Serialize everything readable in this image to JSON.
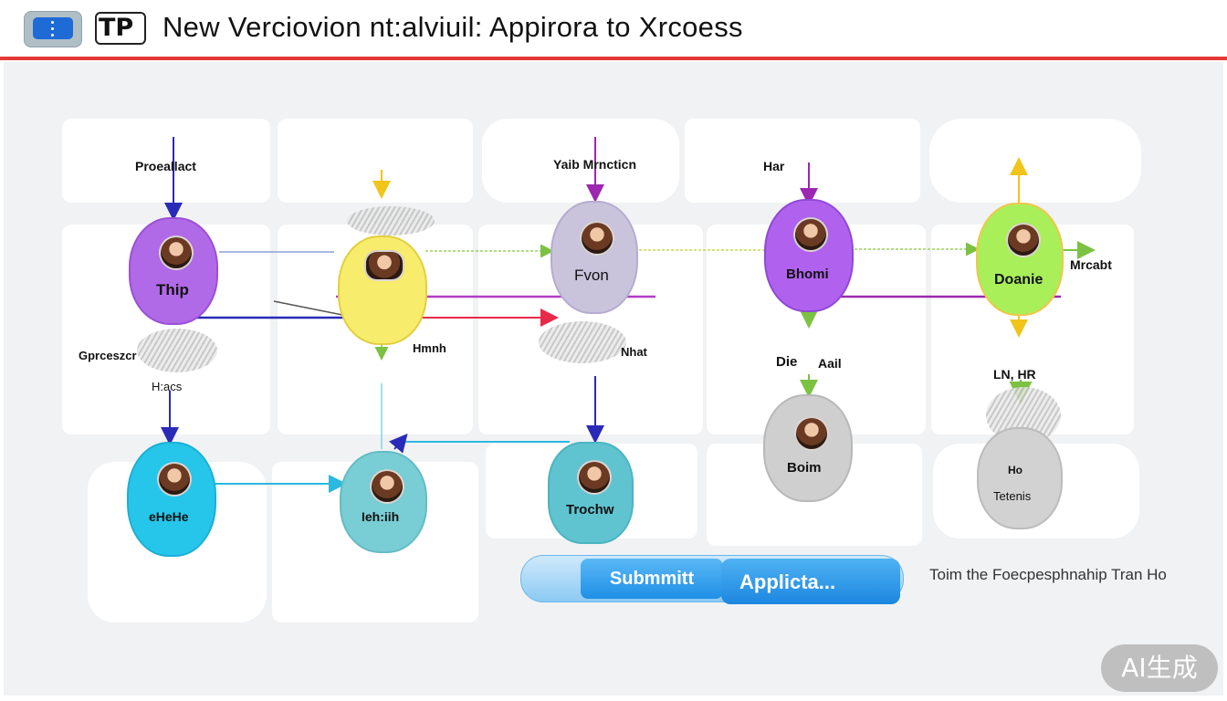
{
  "header": {
    "badge": "TP",
    "title": "New Verciovion nt:alviuil: Appirora to Xrcoess"
  },
  "column_headers": [
    "Proeallact",
    "Yaib Mrncticn",
    "Har"
  ],
  "nodes": [
    {
      "label": "Thip",
      "color": "#b06ae8"
    },
    {
      "label": "",
      "color": "#f7ec6b"
    },
    {
      "label": "Fvon",
      "color": "#c9c3dc"
    },
    {
      "label": "Bhomi",
      "color": "#b062ee"
    },
    {
      "label": "Doanie",
      "color": "#a9ef5a"
    },
    {
      "label": "eHeHe",
      "color": "#26c6ea"
    },
    {
      "label": "Ieh:iih",
      "color": "#79cdd4"
    },
    {
      "label": "Trochw",
      "color": "#5fc4d0"
    },
    {
      "label": "Boim",
      "color": "#cfcfcf"
    },
    {
      "label": "Tetenis",
      "color": "#d2d2d2"
    }
  ],
  "annotations": {
    "left_row": "Gprceszcr",
    "left_sub": "H:acs",
    "mid_row": "Hmnh",
    "mid2_row": "Nhat",
    "right_head": "Die",
    "right_head2": "Aail",
    "far_right": "Mrcabt",
    "far_right_sub": "LN, HR",
    "far_right_small": "Ho"
  },
  "actions": {
    "submit_label": "Submmitt",
    "apply_label": "Applicta..."
  },
  "footer_note": "Toim the Foecpesphnahip Tran Ho",
  "watermark": "AI生成",
  "colors": {
    "accent_red": "#e53935",
    "button_blue": "#1f8fe6",
    "purple": "#9c27b0",
    "navy": "#2a2ab8"
  }
}
